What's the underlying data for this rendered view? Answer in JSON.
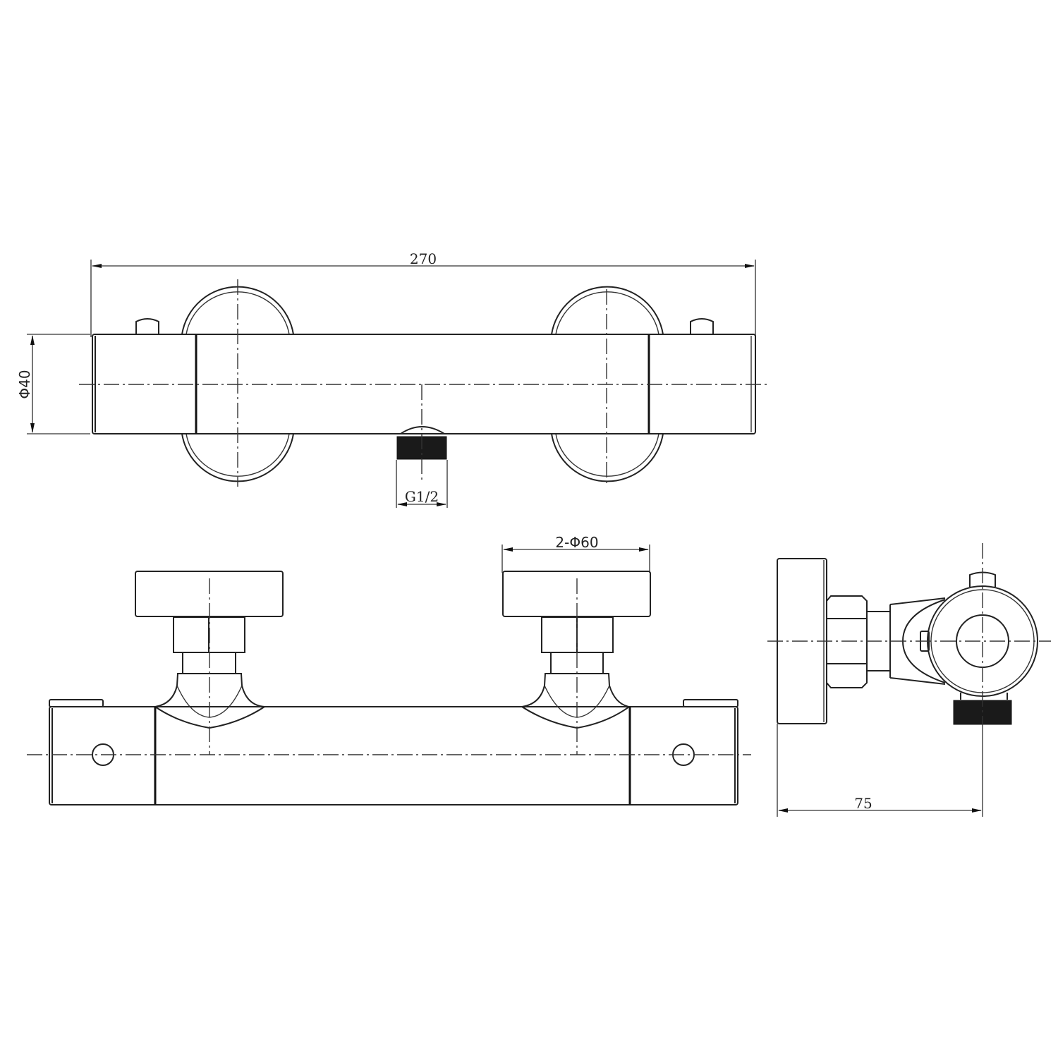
{
  "drawing": {
    "title": "Thermostatic shower bar valve - orthographic views",
    "line_color": "#222222",
    "background": "#ffffff",
    "views": {
      "top_view": {
        "dimensions": {
          "overall_length": "270",
          "body_diameter": "Φ40",
          "outlet_thread": "G1/2"
        }
      },
      "front_view": {
        "dimensions": {
          "cover_diameter": "2-Φ60"
        }
      },
      "side_view": {
        "dimensions": {
          "projection_depth": "75"
        }
      }
    }
  }
}
